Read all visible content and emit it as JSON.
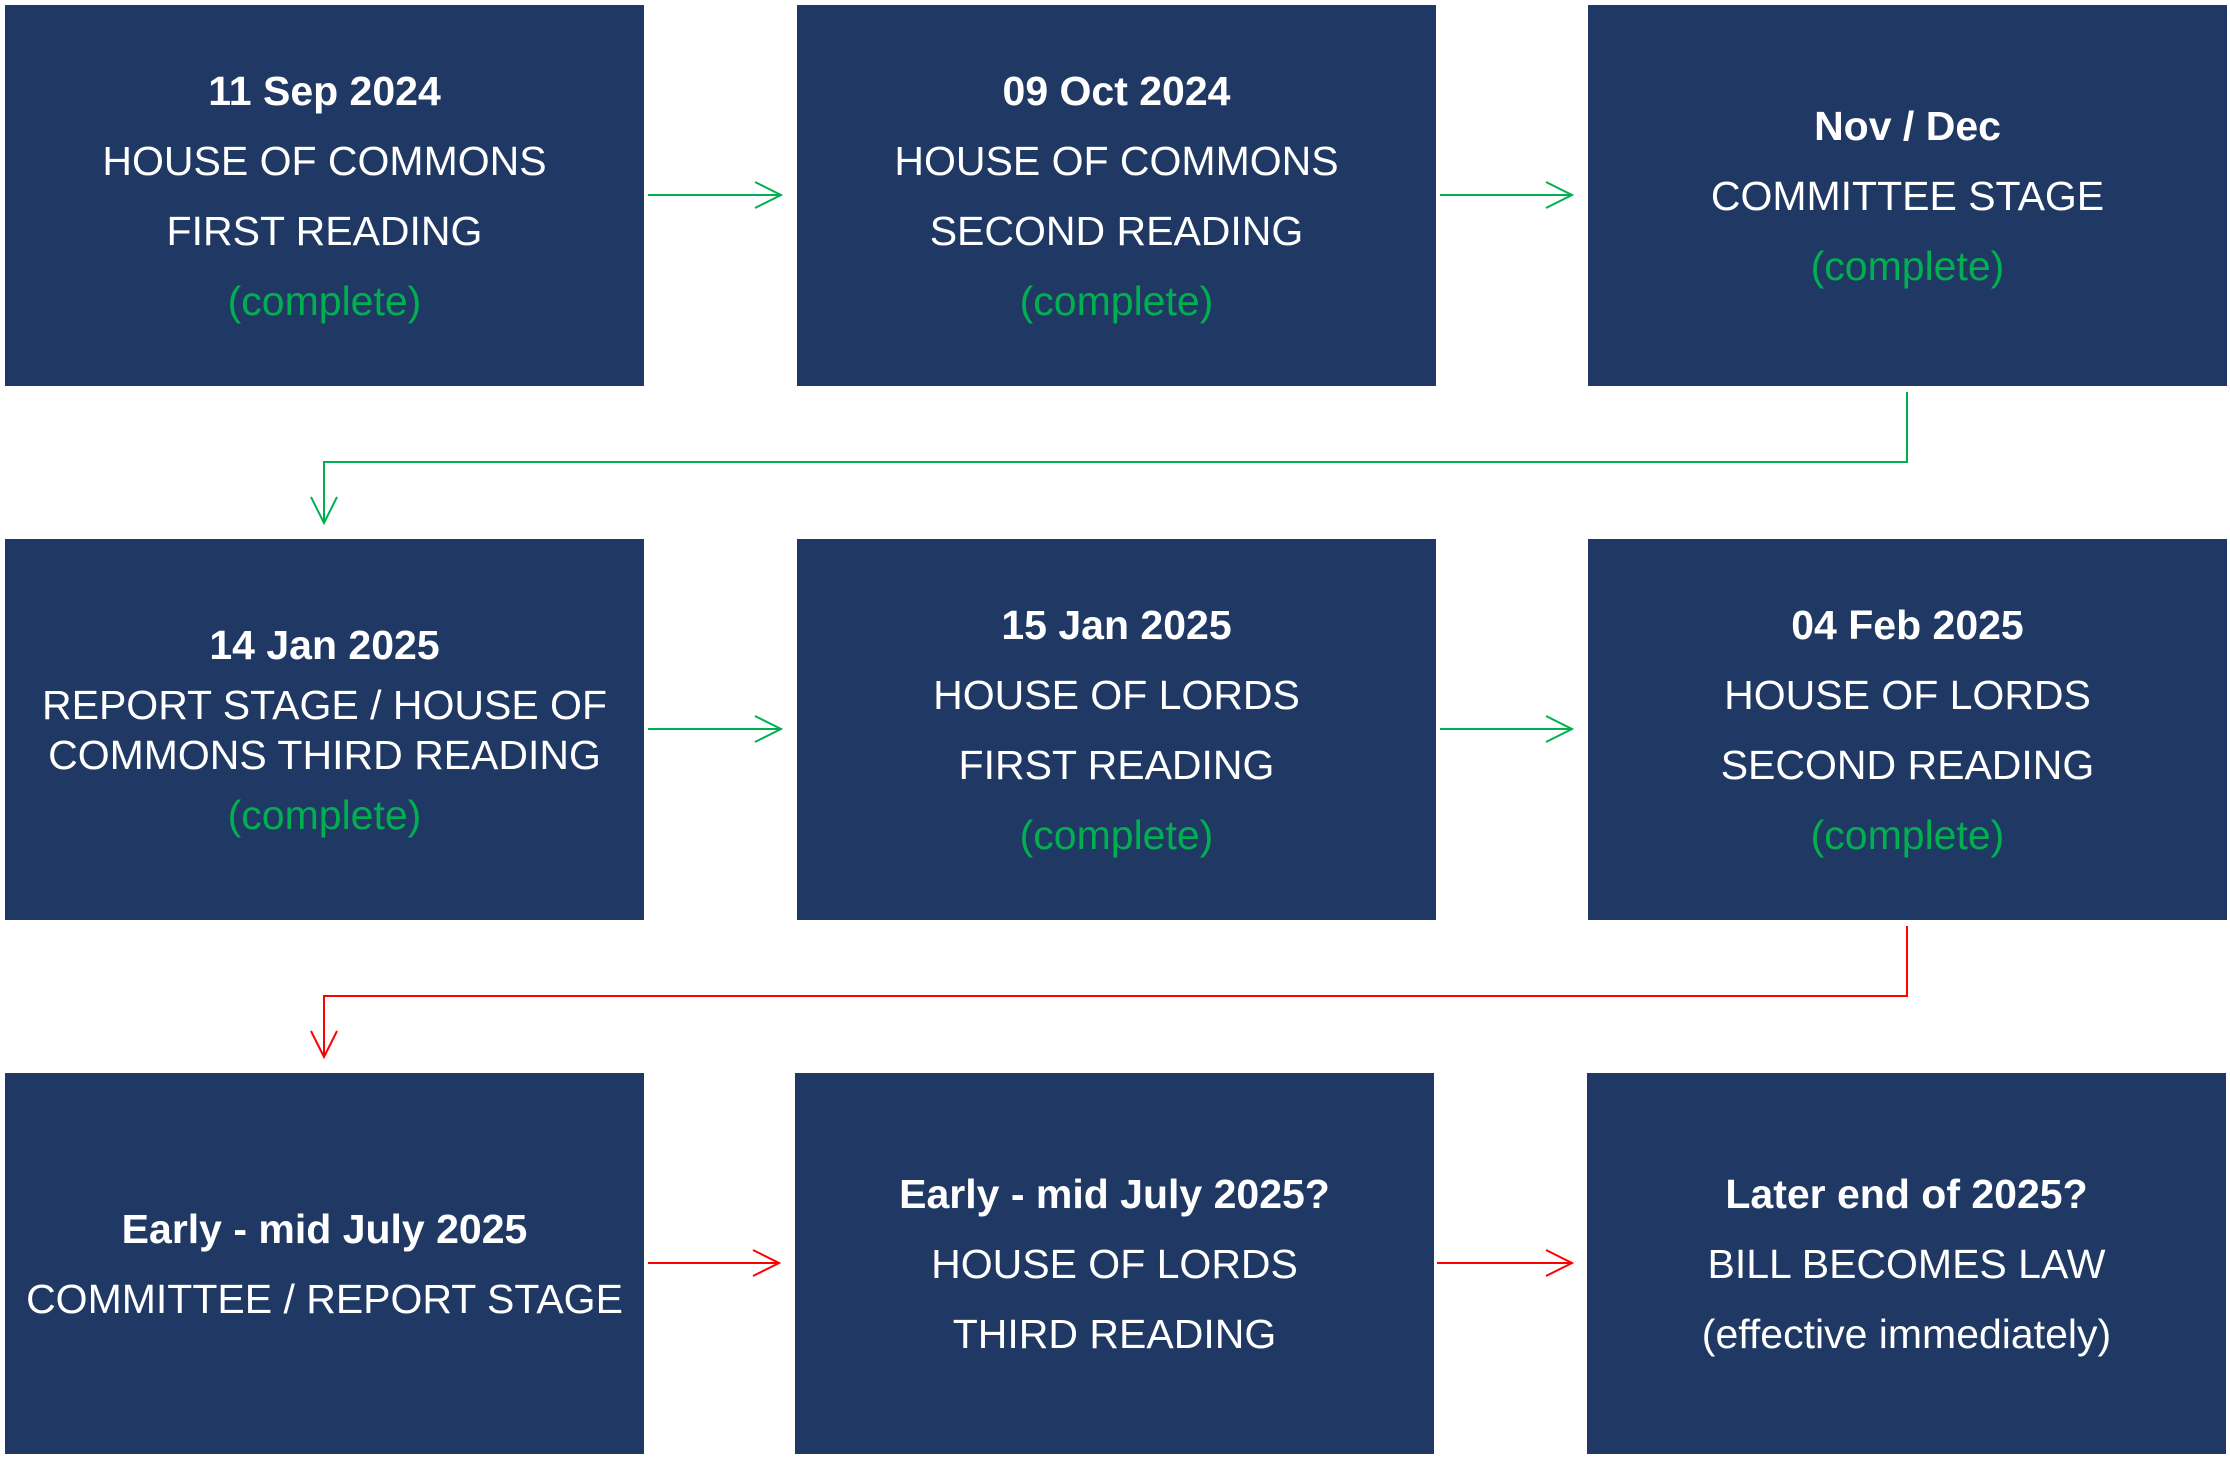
{
  "colors": {
    "box_fill": "#203864",
    "box_text": "#ffffff",
    "complete_text": "#00b050",
    "complete_arrow": "#00b050",
    "pending_arrow": "#ff0000"
  },
  "stages": [
    {
      "date": "11 Sep  2024",
      "lines": [
        "HOUSE OF COMMONS",
        "FIRST READING"
      ],
      "status": "(complete)"
    },
    {
      "date": "09 Oct 2024",
      "lines": [
        "HOUSE OF COMMONS",
        "SECOND READING"
      ],
      "status": "(complete)"
    },
    {
      "date": "Nov / Dec",
      "lines": [
        "COMMITTEE STAGE"
      ],
      "status": "(complete)"
    },
    {
      "date": "14 Jan 2025",
      "lines": [
        "REPORT STAGE / HOUSE OF",
        "COMMONS THIRD READING"
      ],
      "status": "(complete)"
    },
    {
      "date": "15 Jan 2025",
      "lines": [
        "HOUSE OF LORDS",
        "FIRST READING"
      ],
      "status": "(complete)"
    },
    {
      "date": "04 Feb  2025",
      "lines": [
        "HOUSE OF LORDS",
        "SECOND READING"
      ],
      "status": "(complete)"
    },
    {
      "date": "Early - mid July 2025",
      "lines": [
        "COMMITTEE / REPORT STAGE"
      ],
      "status": ""
    },
    {
      "date": "Early - mid July 2025?",
      "lines": [
        "HOUSE OF LORDS",
        "THIRD READING"
      ],
      "status": ""
    },
    {
      "date": "Later end of 2025?",
      "lines": [
        "BILL BECOMES LAW",
        "(effective immediately)"
      ],
      "status": ""
    }
  ]
}
